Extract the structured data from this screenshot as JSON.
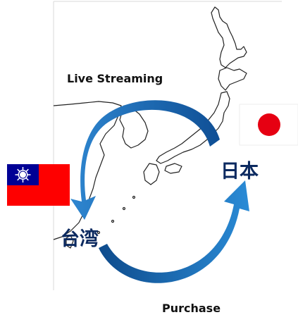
{
  "labels": {
    "live_streaming": "Live Streaming",
    "purchase": "Purchase",
    "japan": "日本",
    "taiwan": "台湾"
  },
  "colors": {
    "arrow_blue": "#1f6fb8",
    "arrow_dark": "#0b4a8a",
    "japan_red": "#e60012",
    "taiwan_red": "#fe0000",
    "taiwan_blue": "#000095",
    "map_outline": "#222222"
  },
  "flags": {
    "japan": "japan-flag",
    "taiwan": "taiwan-flag"
  }
}
